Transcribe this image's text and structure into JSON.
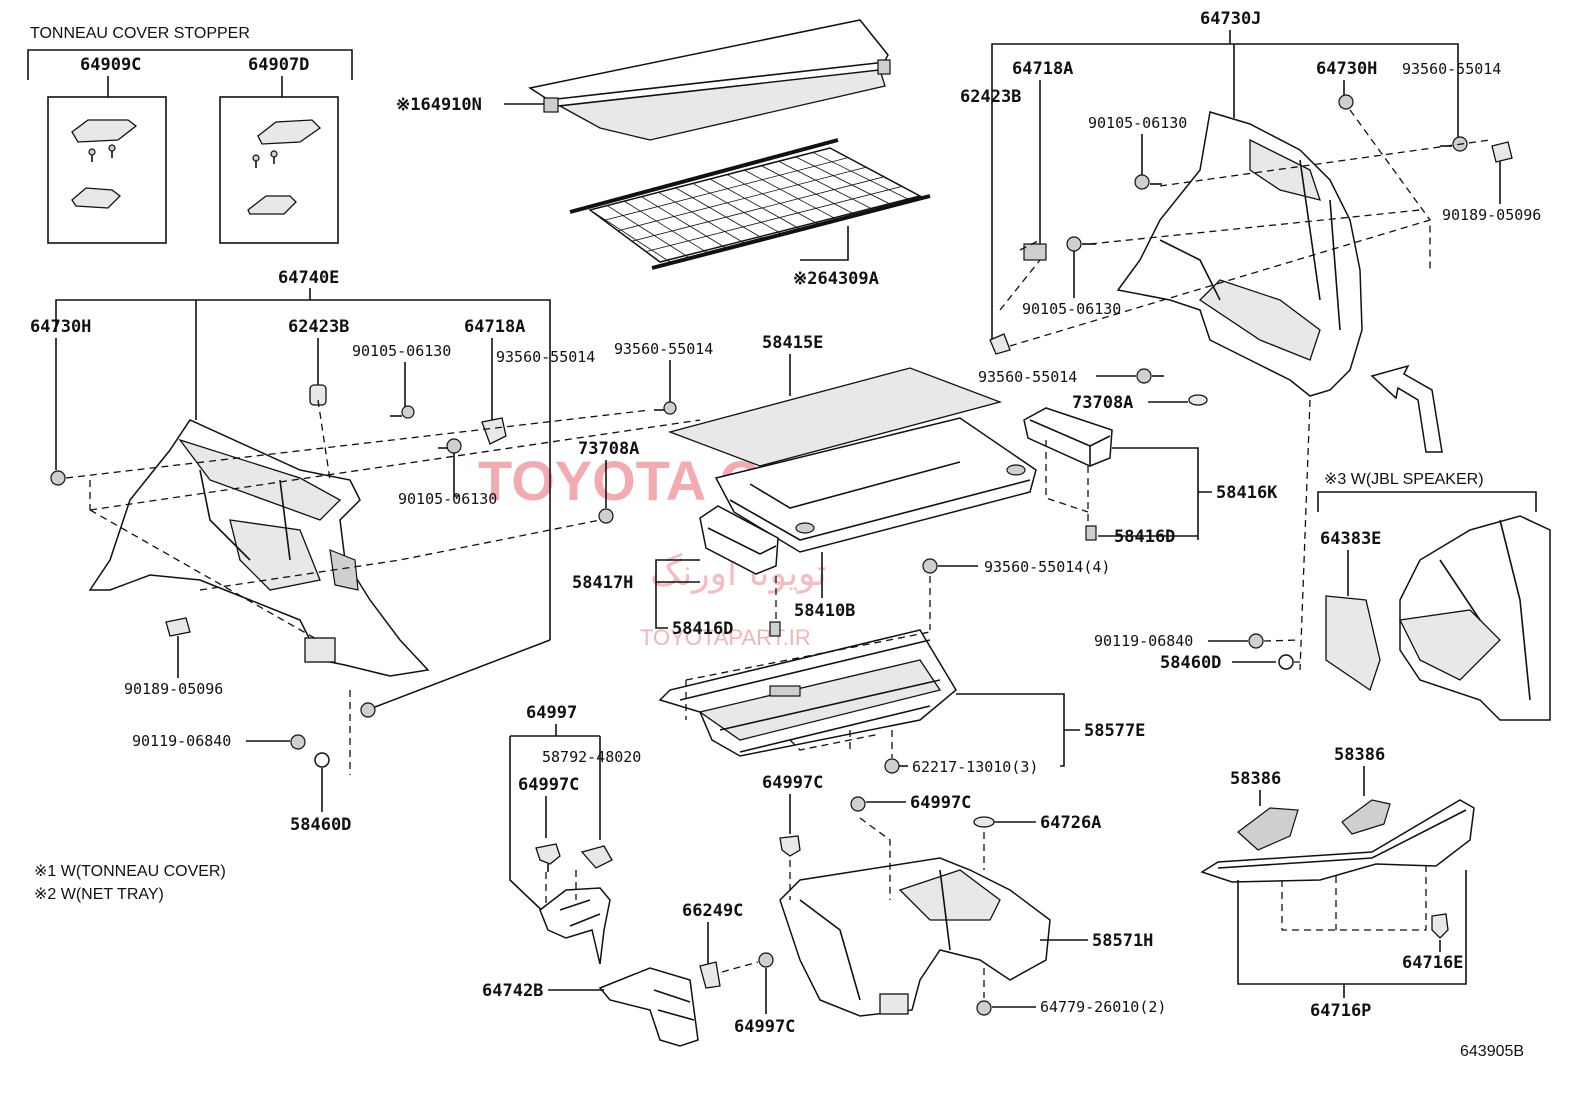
{
  "diagram_id": "643905B",
  "watermark": {
    "brand": "TOYOTA ORANG",
    "brand_fa": "تویوتا اورنگ",
    "site": "TOYOTAPART.IR"
  },
  "notes": {
    "tonneau_stopper_title": "TONNEAU COVER STOPPER",
    "note1": "※1 W(TONNEAU COVER)",
    "note2": "※2 W(NET TRAY)",
    "note3": "※3  W(JBL SPEAKER)"
  },
  "parts": {
    "p64909C": "64909C",
    "p64907D": "64907D",
    "p64910N": "※164910N",
    "p64309A": "※264309A",
    "p64740E": "64740E",
    "p64730H_l": "64730H",
    "p62423B_l": "62423B",
    "p64718A_l": "64718A",
    "p90105_l1": "90105-06130",
    "p93560_l1": "93560-55014",
    "p93560_c": "93560-55014",
    "p90105_l2": "90105-06130",
    "p73708A_c": "73708A",
    "p58415E": "58415E",
    "p58416K": "58416K",
    "p58416D_r": "58416D",
    "p93560_4": "93560-55014(4)",
    "p58417H": "58417H",
    "p58410B": "58410B",
    "p58416D_c": "58416D",
    "p90189_l": "90189-05096",
    "p90119_l": "90119-06840",
    "p58460D_l": "58460D",
    "p64997": "64997",
    "p58792": "58792-48020",
    "p64997C_1": "64997C",
    "p58577E": "58577E",
    "p62217": "62217-13010(3)",
    "p64997C_2": "64997C",
    "p64997C_3": "64997C",
    "p64726A": "64726A",
    "p66249C": "66249C",
    "p58571H": "58571H",
    "p64742B": "64742B",
    "p64997C_4": "64997C",
    "p64779": "64779-26010(2)",
    "p64730J": "64730J",
    "p64718A_r": "64718A",
    "p64730H_r": "64730H",
    "p93560_r1": "93560-55014",
    "p62423B_r": "62423B",
    "p90105_r1": "90105-06130",
    "p90189_r": "90189-05096",
    "p90105_r2": "90105-06130",
    "p93560_r2": "93560-55014",
    "p73708A_r": "73708A",
    "p64383E": "64383E",
    "p90119_r": "90119-06840",
    "p58460D_r": "58460D",
    "p58386_a": "58386",
    "p58386_b": "58386",
    "p64716E": "64716E",
    "p64716P": "64716P"
  }
}
